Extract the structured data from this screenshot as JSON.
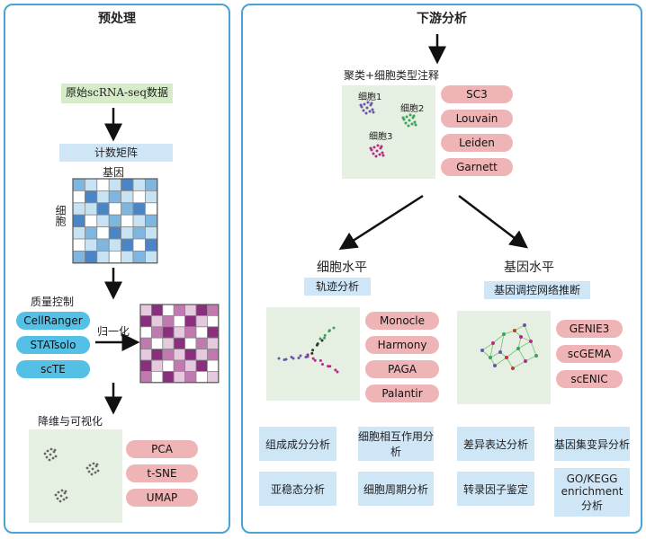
{
  "left": {
    "title": "预处理",
    "raw_data": "原始scRNA-seq数据",
    "count_matrix": "计数矩阵",
    "gene_label": "基因",
    "cell_label": "细胞",
    "qc_label": "质量控制",
    "qc_tools": [
      "CellRanger",
      "STATsolo",
      "scTE"
    ],
    "normalize_label": "归一化",
    "dimred_label": "降维与可视化",
    "dimred_tools": [
      "PCA",
      "t-SNE",
      "UMAP"
    ]
  },
  "right": {
    "title": "下游分析",
    "cluster_title": "聚类+细胞类型注释",
    "clusters": [
      "细胞1",
      "细胞2",
      "细胞3"
    ],
    "cluster_tools": [
      "SC3",
      "Louvain",
      "Leiden",
      "Garnett"
    ],
    "cell_level": "细胞水平",
    "trajectory": "轨迹分析",
    "trajectory_tools": [
      "Monocle",
      "Harmony",
      "PAGA",
      "Palantir"
    ],
    "gene_level": "基因水平",
    "grn": "基因调控网络推断",
    "grn_tools": [
      "GENIE3",
      "scGEMA",
      "scENIC"
    ],
    "cell_analyses": [
      "组成成分分析",
      "细胞相互作用分析",
      "亚稳态分析",
      "细胞周期分析"
    ],
    "gene_analyses": [
      "差异表达分析",
      "基因集变异分析",
      "转录因子鉴定",
      "GO/KEGG enrichment 分析"
    ]
  },
  "colors": {
    "panel_border": "#4aa3d6",
    "pill_blue": "#55c0e6",
    "pill_pink": "#efb4b6",
    "box_blue": "#cfe6f7",
    "box_green": "#d6ecc9",
    "plot_bg": "#e5efe2",
    "matrix_blue": [
      "#ffffff",
      "#c7e3f3",
      "#7fb6df",
      "#4a86c6"
    ],
    "matrix_purple": [
      "#ffffff",
      "#e6c9df",
      "#c07ab0",
      "#8a2f7e"
    ],
    "cluster1": "#6a55a8",
    "cluster2": "#3aa35a",
    "cluster3": "#b52a85"
  }
}
